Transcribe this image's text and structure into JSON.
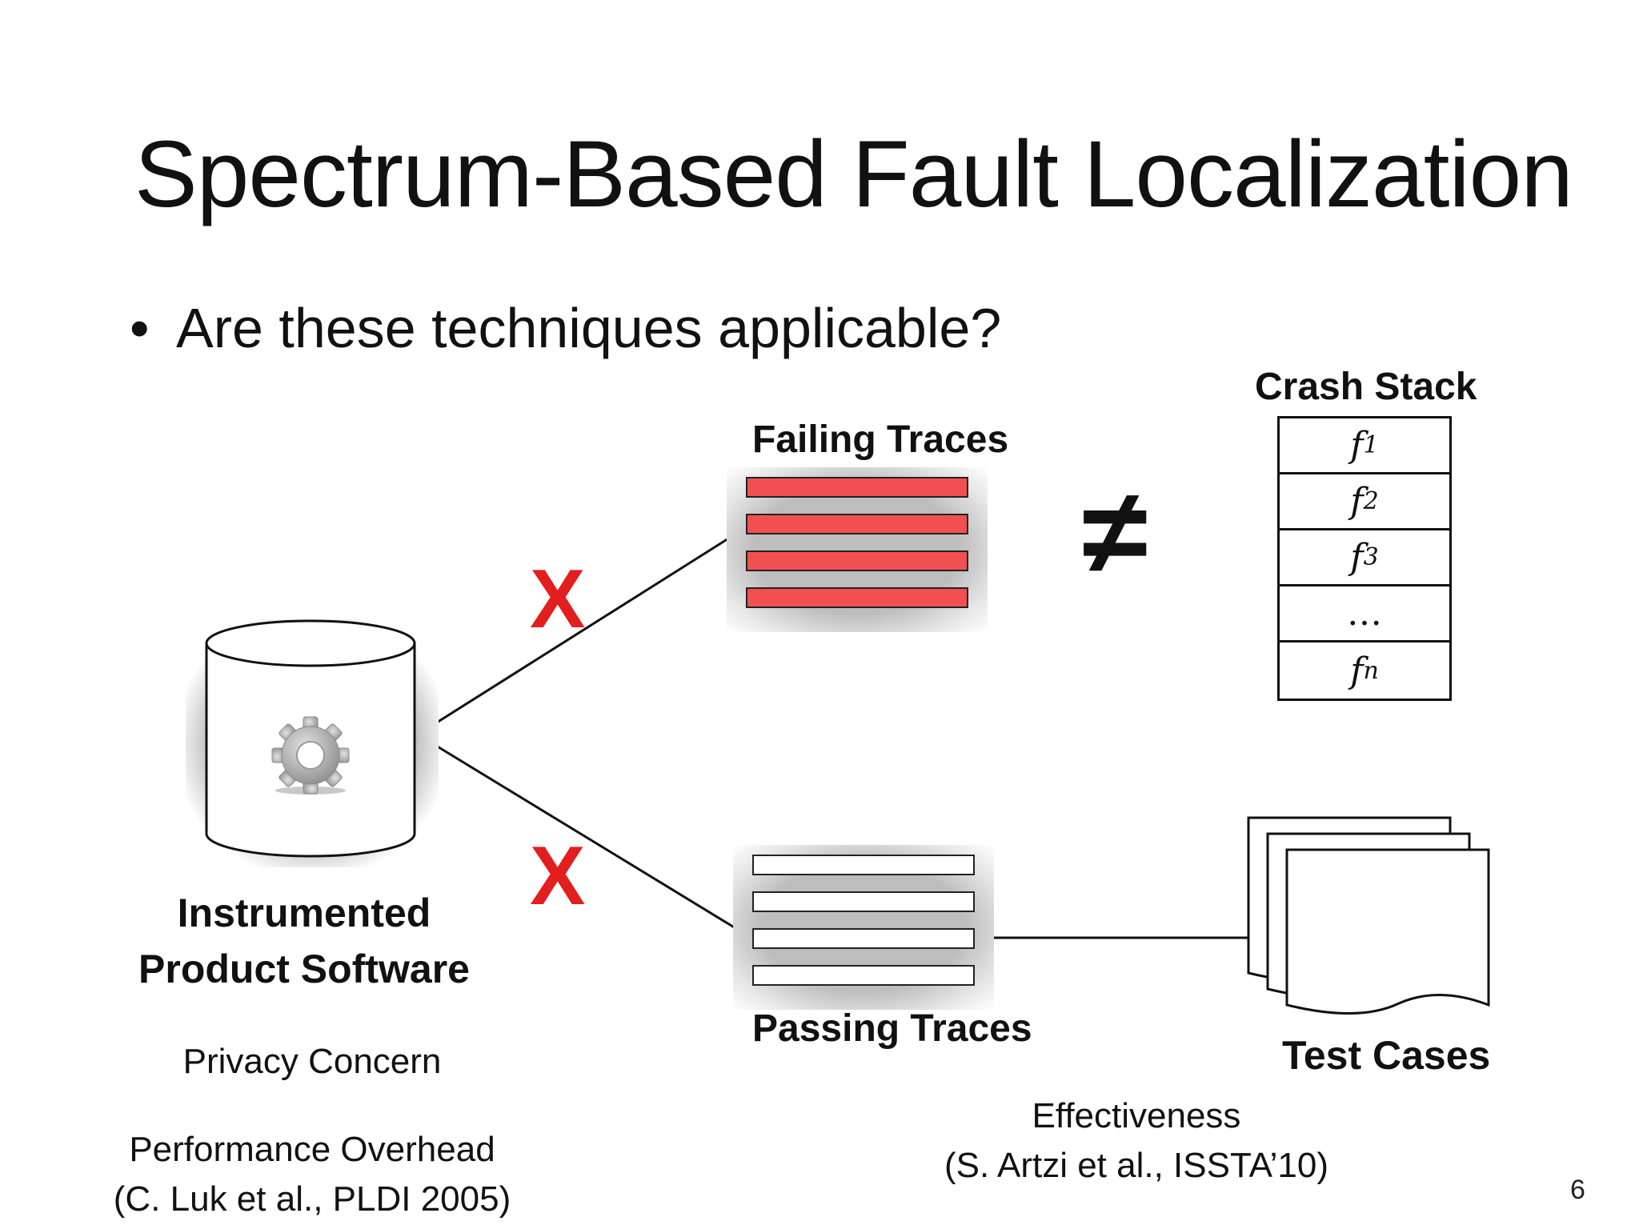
{
  "slide": {
    "title": "Spectrum-Based Fault Localization",
    "bullet": "Are these techniques applicable?",
    "page_number": "6"
  },
  "diagram": {
    "database_label_line1": "Instrumented",
    "database_label_line2": "Product Software",
    "failing_traces_label": "Failing Traces",
    "passing_traces_label": "Passing Traces",
    "crash_stack_label": "Crash Stack",
    "crash_stack_items": [
      {
        "base": "f",
        "sub": "1"
      },
      {
        "base": "f",
        "sub": "2"
      },
      {
        "base": "f",
        "sub": "3"
      },
      {
        "base": "…",
        "sub": ""
      },
      {
        "base": "f",
        "sub": "n"
      }
    ],
    "test_cases_label": "Test Cases",
    "not_equal_symbol": "≠",
    "cross_mark": "X",
    "trace_fill_failing": "#f25050",
    "trace_fill_passing": "#ffffff",
    "cross_color": "#e21e1e"
  },
  "notes": {
    "privacy": "Privacy Concern",
    "performance_line1": "Performance Overhead",
    "performance_line2": "(C. Luk et al., PLDI 2005)",
    "effectiveness_line1": "Effectiveness",
    "effectiveness_line2": "(S. Artzi et al., ISSTA’10)"
  }
}
